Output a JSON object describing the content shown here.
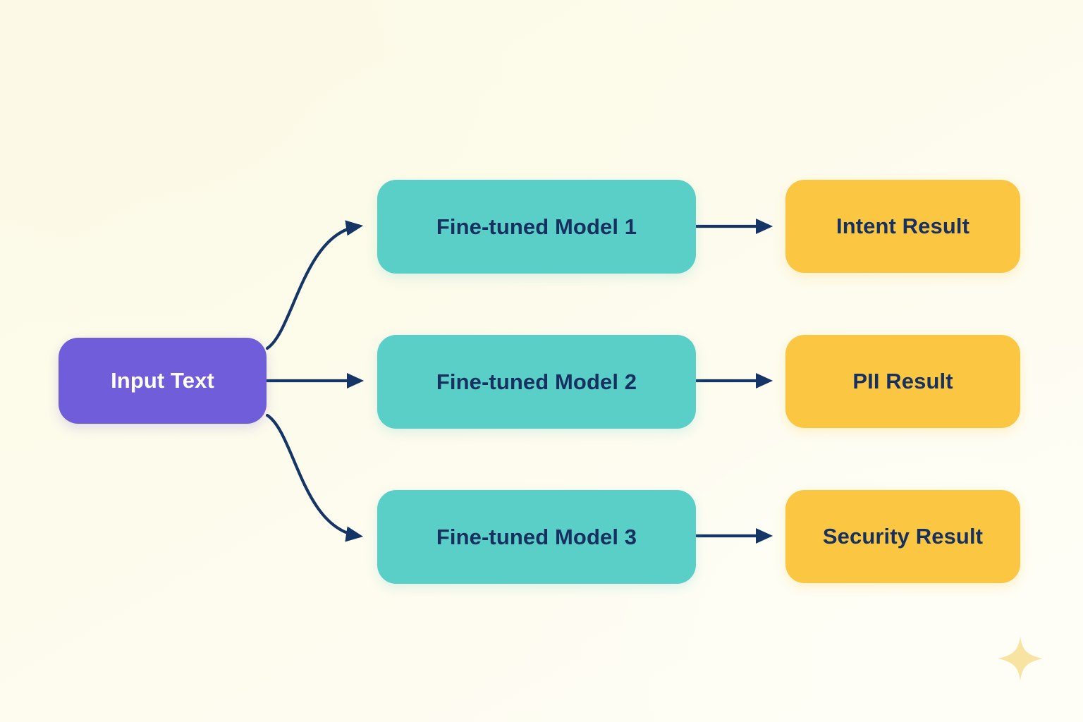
{
  "diagram": {
    "type": "flowchart",
    "title_visible": false,
    "background_color": "#FDFBEC",
    "colors": {
      "input_fill": "#6F5DD9",
      "input_text": "#FFFFFF",
      "model_fill": "#5ACFC7",
      "result_fill": "#FBC742",
      "node_text_dark": "#16305F",
      "arrow": "#143566",
      "sparkle": "#F8E3A2"
    },
    "input": {
      "label": "Input Text"
    },
    "models": [
      {
        "label": "Fine-tuned Model 1"
      },
      {
        "label": "Fine-tuned Model 2"
      },
      {
        "label": "Fine-tuned Model 3"
      }
    ],
    "results": [
      {
        "label": "Intent Result"
      },
      {
        "label": "PII Result"
      },
      {
        "label": "Security Result"
      }
    ],
    "edges": [
      {
        "from": "Input Text",
        "to": "Fine-tuned Model 1",
        "style": "curved",
        "arrowhead": "solid-triangle"
      },
      {
        "from": "Input Text",
        "to": "Fine-tuned Model 2",
        "style": "straight",
        "arrowhead": "solid-triangle"
      },
      {
        "from": "Input Text",
        "to": "Fine-tuned Model 3",
        "style": "curved",
        "arrowhead": "solid-triangle"
      },
      {
        "from": "Fine-tuned Model 1",
        "to": "Intent Result",
        "style": "straight",
        "arrowhead": "solid-triangle"
      },
      {
        "from": "Fine-tuned Model 2",
        "to": "PII Result",
        "style": "straight",
        "arrowhead": "solid-triangle"
      },
      {
        "from": "Fine-tuned Model 3",
        "to": "Security Result",
        "style": "straight",
        "arrowhead": "solid-triangle"
      }
    ],
    "decoration": {
      "sparkle_icon": "sparkle-icon"
    }
  }
}
